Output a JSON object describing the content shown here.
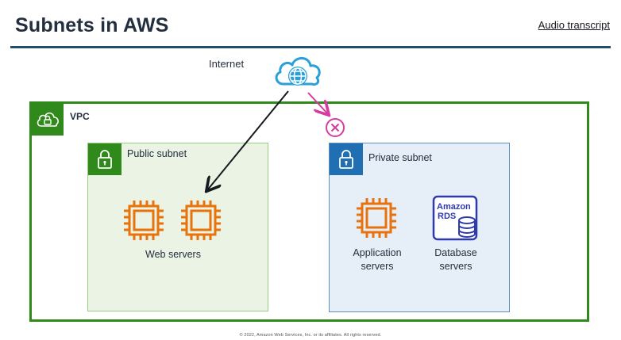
{
  "header": {
    "title": "Subnets in AWS",
    "transcript_link": "Audio transcript"
  },
  "diagram": {
    "internet_label": "Internet",
    "vpc_label": "VPC",
    "public_subnet": {
      "label": "Public subnet",
      "servers_caption": "Web servers"
    },
    "private_subnet": {
      "label": "Private subnet",
      "app_caption_line1": "Application",
      "app_caption_line2": "servers",
      "db_caption_line1": "Database",
      "db_caption_line2": "servers",
      "rds_line1": "Amazon",
      "rds_line2": "RDS"
    }
  },
  "footer": {
    "copyright": "© 2022, Amazon Web Services, Inc. or its affiliates. All rights reserved."
  },
  "colors": {
    "vpc_green": "#2f8a1b",
    "private_blue": "#1f6fb2",
    "ec2_orange": "#e8730c",
    "rds_blue": "#2f3aad",
    "blocked_pink": "#d63ca0"
  },
  "icons": [
    "cloud-globe-icon",
    "vpc-cloud-lock-icon",
    "padlock-icon",
    "ec2-chip-icon",
    "rds-database-icon",
    "blocked-x-icon"
  ]
}
